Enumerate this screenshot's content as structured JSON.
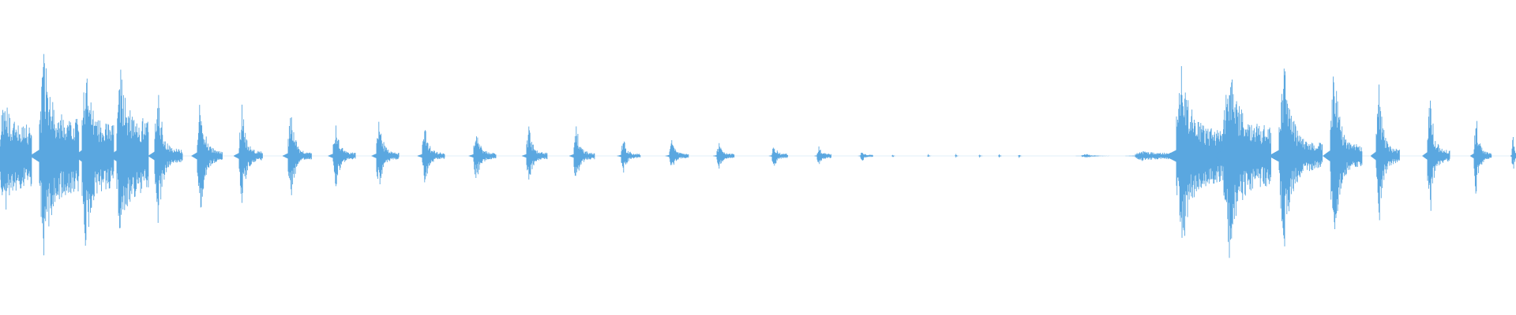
{
  "waveform": {
    "color": "#5aa7e0",
    "background": "#ffffff",
    "bursts": [
      {
        "amplitude": 0.62,
        "tail": 0.3
      },
      {
        "amplitude": 1.0,
        "tail": 0.35
      },
      {
        "amplitude": 0.95,
        "tail": 0.3
      },
      {
        "amplitude": 0.9,
        "tail": 0.35
      },
      {
        "amplitude": 0.7,
        "tail": 0.06
      },
      {
        "amplitude": 0.58,
        "tail": 0.05
      },
      {
        "amplitude": 0.5,
        "tail": 0.04
      },
      {
        "amplitude": 0.45,
        "tail": 0.03
      },
      {
        "amplitude": 0.35,
        "tail": 0.03
      },
      {
        "amplitude": 0.38,
        "tail": 0.03
      },
      {
        "amplitude": 0.3,
        "tail": 0.03
      },
      {
        "amplitude": 0.27,
        "tail": 0.03
      },
      {
        "amplitude": 0.3,
        "tail": 0.03
      },
      {
        "amplitude": 0.3,
        "tail": 0.03
      },
      {
        "amplitude": 0.18,
        "tail": 0.02
      },
      {
        "amplitude": 0.16,
        "tail": 0.02
      },
      {
        "amplitude": 0.14,
        "tail": 0.02
      },
      {
        "amplitude": 0.12,
        "tail": 0.02
      },
      {
        "amplitude": 0.1,
        "tail": 0.02
      },
      {
        "amplitude": 0.06,
        "tail": 0.01
      },
      {
        "amplitude": 0.02,
        "tail": 0.0
      },
      {
        "amplitude": 0.02,
        "tail": 0.0
      },
      {
        "amplitude": 0.02,
        "tail": 0.0
      },
      {
        "amplitude": 0.02,
        "tail": 0.0
      },
      {
        "amplitude": 0.02,
        "tail": 0.0
      },
      {
        "amplitude": 0.02,
        "tail": 0.0
      },
      {
        "amplitude": 0.02,
        "tail": 0.0
      },
      {
        "amplitude": 0.05,
        "tail": 0.03
      },
      {
        "amplitude": 0.95,
        "tail": 0.25
      },
      {
        "amplitude": 1.0,
        "tail": 0.28
      },
      {
        "amplitude": 0.95,
        "tail": 0.12
      },
      {
        "amplitude": 0.9,
        "tail": 0.1
      },
      {
        "amplitude": 0.7,
        "tail": 0.06
      },
      {
        "amplitude": 0.62,
        "tail": 0.05
      },
      {
        "amplitude": 0.42,
        "tail": 0.03
      },
      {
        "amplitude": 0.2,
        "tail": 0.02
      }
    ]
  }
}
